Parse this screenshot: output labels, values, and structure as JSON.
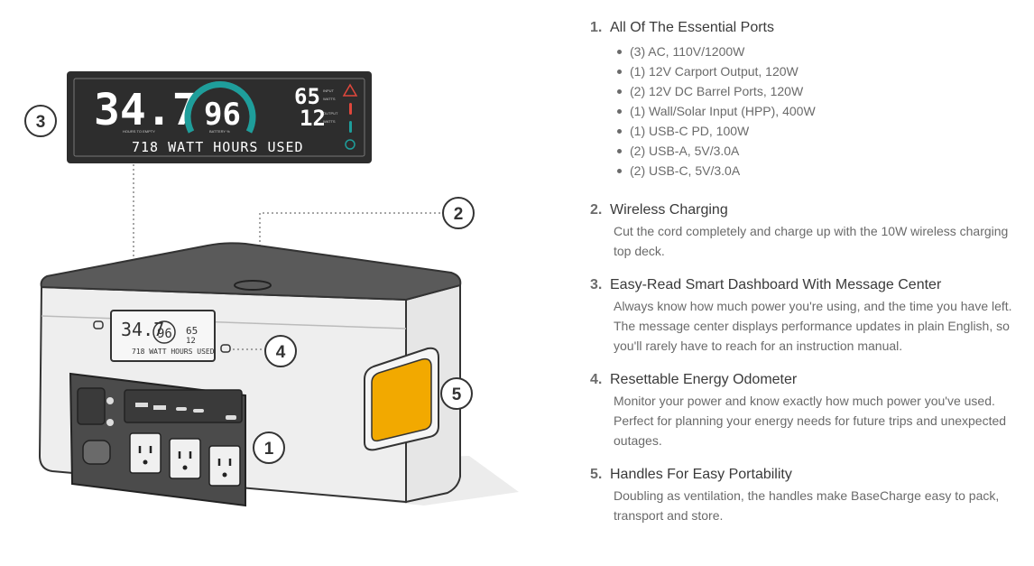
{
  "display": {
    "hours": "34.7",
    "hours_caption": "HOURS TO EMPTY",
    "battery": "96",
    "battery_caption": "BATTERY %",
    "input_watts": "65",
    "input_caption_top": "INPUT",
    "input_caption_bottom": "WATTS",
    "output_watts": "12",
    "output_caption_top": "OUTPUT",
    "output_caption_bottom": "WATTS",
    "message": "718 WATT HOURS USED",
    "small_hours": "34.7",
    "small_battery": "96",
    "small_input": "65",
    "small_output": "12",
    "small_message": "718 WATT HOURS USED"
  },
  "callouts": [
    "1",
    "2",
    "3",
    "4",
    "5"
  ],
  "colors": {
    "deck": "#5a5a5a",
    "body": "#eeeeee",
    "panel": "#4b4b4b",
    "handle": "#f2a900",
    "lcd_bg": "#2d2d2d",
    "gauge_teal": "#1e9e9b",
    "warning_red": "#e0473c"
  },
  "features": [
    {
      "number": "1.",
      "title": "All Of The Essential Ports",
      "items": [
        "(3) AC, 110V/1200W",
        "(1) 12V Carport Output, 120W",
        "(2) 12V DC Barrel Ports, 120W",
        "(1) Wall/Solar Input (HPP), 400W",
        "(1) USB-C PD, 100W",
        "(2) USB-A, 5V/3.0A",
        "(2) USB-C, 5V/3.0A"
      ]
    },
    {
      "number": "2.",
      "title": "Wireless Charging",
      "desc": "Cut the cord completely and charge up with the 10W wireless charging top deck."
    },
    {
      "number": "3.",
      "title": "Easy-Read Smart Dashboard With Message Center",
      "desc": "Always know how much power you're using, and the time you have left. The message center displays performance updates in plain English, so you'll rarely have to reach for an instruction manual."
    },
    {
      "number": "4.",
      "title": "Resettable Energy Odometer",
      "desc": "Monitor your power and know exactly how much power you've used. Perfect for planning your energy needs for future trips and unexpected outages."
    },
    {
      "number": "5.",
      "title": "Handles For Easy Portability",
      "desc": "Doubling as ventilation, the handles make BaseCharge easy to pack, transport and store."
    }
  ]
}
